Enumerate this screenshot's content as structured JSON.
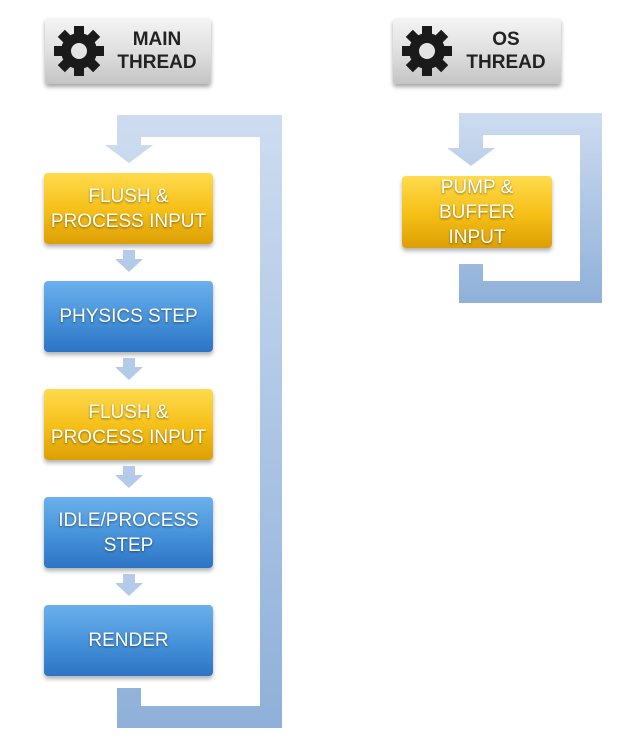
{
  "headers": {
    "main": "MAIN THREAD",
    "os": "OS THREAD"
  },
  "main_thread": {
    "steps": [
      {
        "label": "FLUSH & PROCESS INPUT",
        "color": "yellow"
      },
      {
        "label": "PHYSICS STEP",
        "color": "blue"
      },
      {
        "label": "FLUSH & PROCESS INPUT",
        "color": "yellow"
      },
      {
        "label": "IDLE/PROCESS STEP",
        "color": "blue"
      },
      {
        "label": "RENDER",
        "color": "blue"
      }
    ]
  },
  "os_thread": {
    "steps": [
      {
        "label": "PUMP & BUFFER INPUT",
        "color": "yellow"
      }
    ]
  },
  "colors": {
    "yellow": "#f5be15",
    "blue": "#4591d9",
    "arrow": "#b3cbe9",
    "header": "#e0e0e0"
  },
  "icons": {
    "header": "gear-icon"
  }
}
